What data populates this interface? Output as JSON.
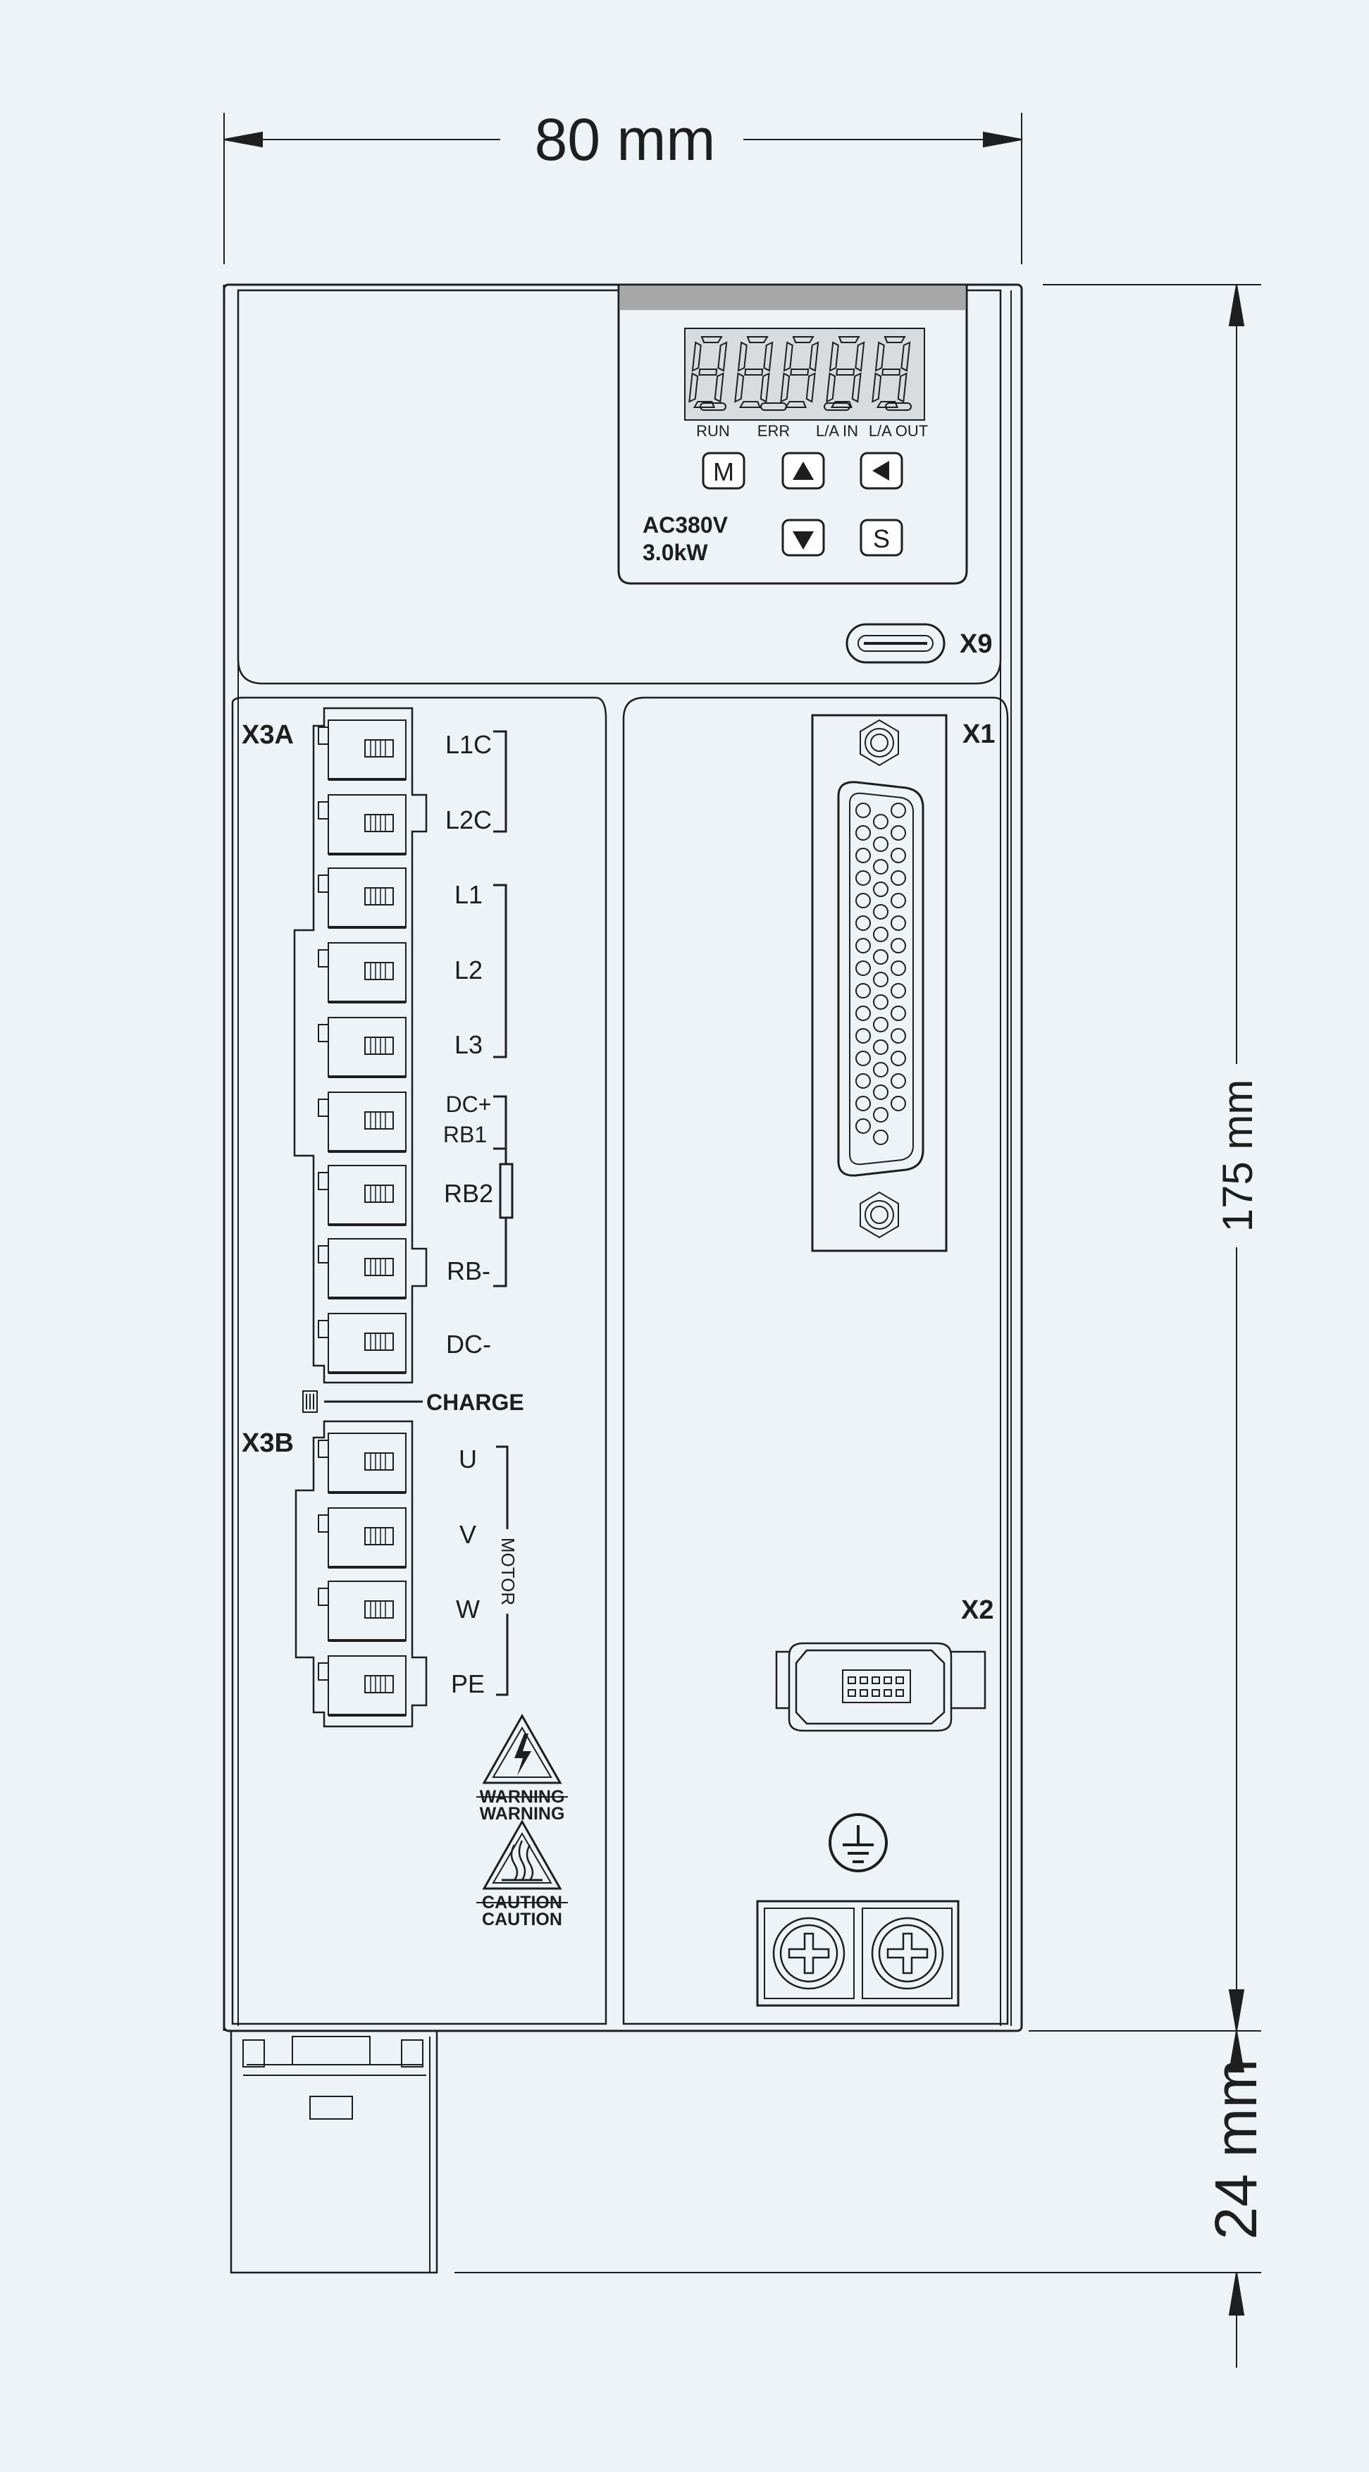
{
  "dimensions": {
    "width_label": "80 mm",
    "height_label": "175 mm",
    "depth_label": "24 mm"
  },
  "panel": {
    "status_leds": [
      "RUN",
      "ERR",
      "L/A IN",
      "L/A OUT"
    ],
    "buttons": {
      "mode": "M",
      "up": "▲",
      "left": "◀",
      "down": "▼",
      "set": "S"
    },
    "rating_voltage": "AC380V",
    "rating_power": "3.0kW"
  },
  "ports": {
    "x9": "X9",
    "x1": "X1",
    "x2": "X2",
    "x3a": "X3A",
    "x3b": "X3B"
  },
  "x3a_terminals": [
    "L1C",
    "L2C",
    "L1",
    "L2",
    "L3",
    "DC+",
    "RB1",
    "RB2",
    "RB-",
    "DC-"
  ],
  "charge_label": "CHARGE",
  "x3b_terminals": [
    "U",
    "V",
    "W",
    "PE"
  ],
  "motor_label": "MOTOR",
  "warning_labels": {
    "warning_1": "WARNING",
    "warning_2": "WARNING",
    "caution_1": "CAUTION",
    "caution_2": "CAUTION"
  },
  "colors": {
    "background": "#edf3f6",
    "line": "#1e1e1e",
    "header_bar": "#a8a8a8",
    "display": "#d8dcdf"
  }
}
